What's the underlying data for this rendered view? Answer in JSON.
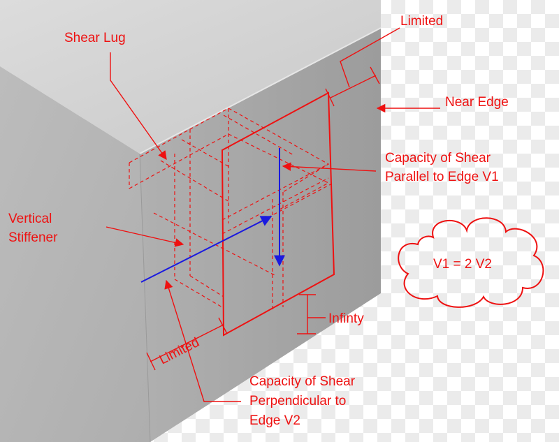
{
  "labels": {
    "limited_top": "Limited",
    "shear_lug": "Shear Lug",
    "near_edge": "Near Edge",
    "capacity_parallel_1": "Capacity of Shear",
    "capacity_parallel_2": "Parallel to Edge V1",
    "vertical_stiffener_1": "Vertical",
    "vertical_stiffener_2": "Stiffener",
    "cloud_text": "V1 = 2 V2",
    "infinity": "Infinty",
    "limited_bottom": "Limited",
    "capacity_perp_1": "Capacity of Shear",
    "capacity_perp_2": "Perpendicular to",
    "capacity_perp_3": "Edge V2"
  },
  "colors": {
    "annotation": "#ee1111",
    "force_arrow": "#1a1adf",
    "block_top": "#d2d2d2",
    "block_left": "#b4b4b4",
    "block_right": "#a6a6a6",
    "checker_light": "#ffffff",
    "checker_dark": "#e9e9e9"
  }
}
